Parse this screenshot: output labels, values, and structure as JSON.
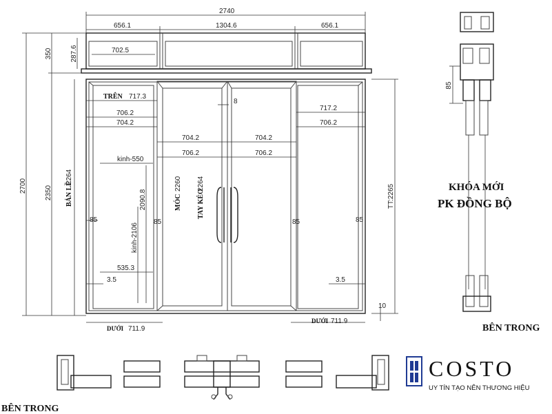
{
  "dims": {
    "total_width": "2740",
    "top_left": "656.1",
    "top_mid": "1304.6",
    "top_right": "656.1",
    "transom_h": "350",
    "transom_inner": "287.6",
    "transom_glass": "702.5",
    "total_height": "2700",
    "door_height": "2350",
    "tren": "TRÊN",
    "tren_val": "717.3",
    "l_7062": "706.2",
    "l_7042": "704.2",
    "c_7042a": "704.2",
    "c_7042b": "704.2",
    "c_7062a": "706.2",
    "c_7062b": "706.2",
    "r_7172": "717.2",
    "r_7062": "706.2",
    "kinh_550": "kinh-550",
    "h_20908": "2090.8",
    "kinh_2106": "kinh-2106",
    "ban_le": "BẢN LỀ",
    "ban_le_val": "2264",
    "moc": "MÓC",
    "moc_val": "2260",
    "tay_keo": "TAY KÉO",
    "tay_keo_val": "2264",
    "tt": "TT:2265",
    "v_8": "8",
    "v85a": "85",
    "v85b": "85",
    "v85c": "85",
    "v85d": "85",
    "v5353": "535.3",
    "v35a": "3.5",
    "v35b": "3.5",
    "v10": "10",
    "duoi_l": "DƯỚI",
    "duoi_l_val": "711.9",
    "duoi_r": "DƯỚI",
    "duoi_r_val": "711.9",
    "side_85": "85"
  },
  "labels": {
    "khoa_moi": "KHÓA MỚI",
    "pk_dong_bo": "PK ĐỒNG BỘ",
    "ben_trong_right": "BÊN TRONG",
    "ben_trong_left": "BÊN TRONG"
  },
  "logo": {
    "name": "COSTO",
    "tagline": "UY TÍN TẠO NÊN THƯƠNG HIỆU",
    "color": "#1f3a93"
  }
}
